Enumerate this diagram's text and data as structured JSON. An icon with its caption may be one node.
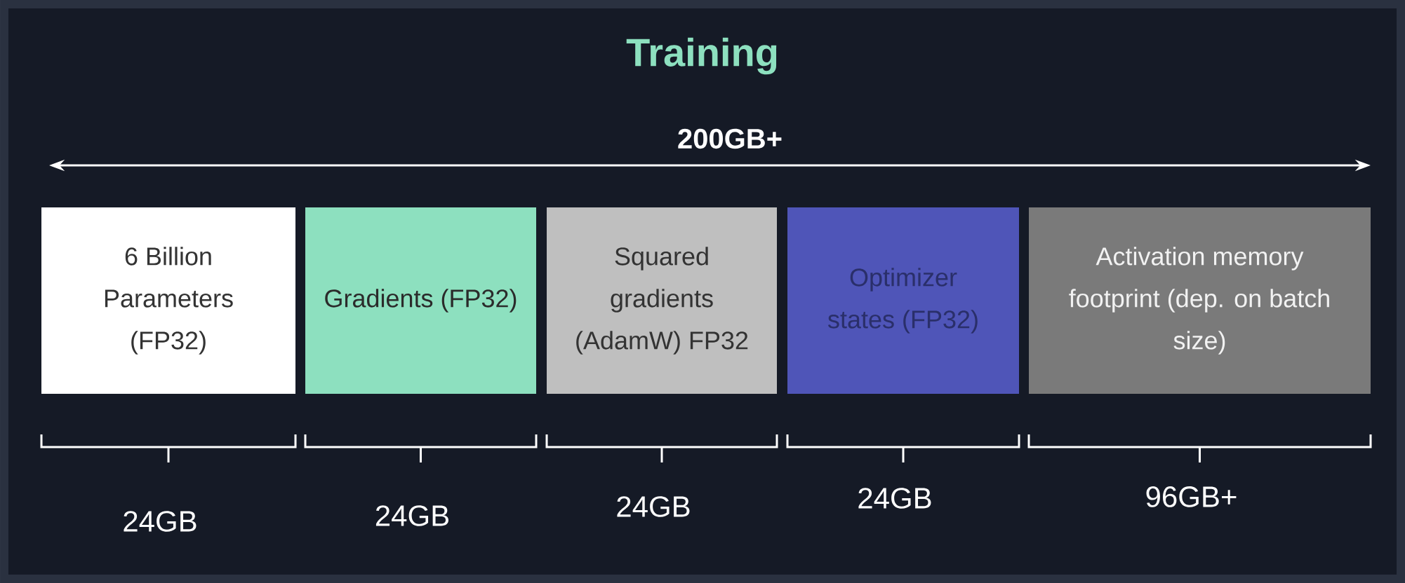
{
  "diagram": {
    "title": "Training",
    "nodes": [
      {
        "text": [
          "6 Billion Parameters (FP32)"
        ]
      },
      {
        "text": [
          "Gradients (FP32)"
        ]
      },
      {
        "text": [
          "Squared gradients (AdamW) FP32"
        ]
      },
      {
        "text": [
          "Optimizer states (FP32)"
        ]
      },
      {
        "text": [
          "Activation memory footprint (dep. on batch size)"
        ]
      }
    ],
    "labels": [
      "200GB+",
      "24GB",
      "24GB",
      "24GB",
      "24GB",
      "96GB+"
    ]
  }
}
